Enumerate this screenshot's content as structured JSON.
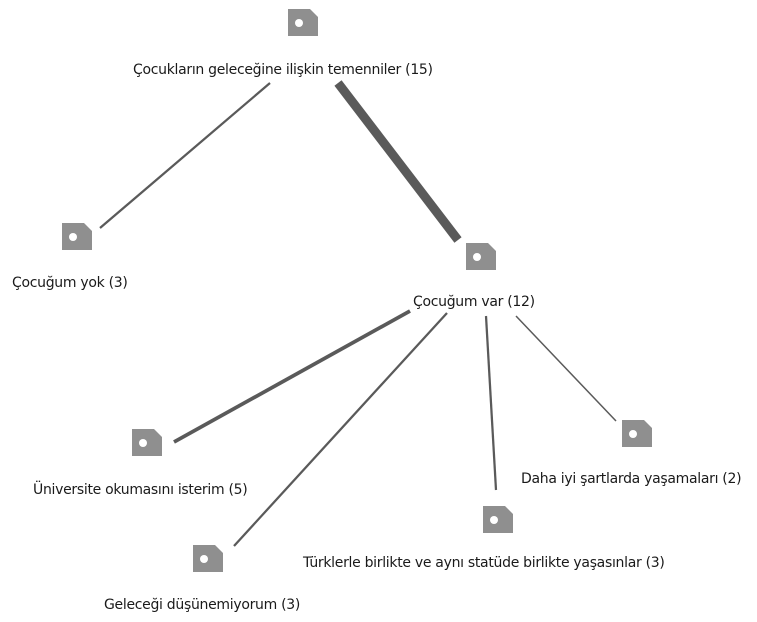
{
  "nodes": [
    {
      "id": "root",
      "label": "Çocukların geleceğine ilişkin temenniler (15)"
    },
    {
      "id": "yok",
      "label": "Çocuğum yok (3)"
    },
    {
      "id": "var",
      "label": "Çocuğum var (12)"
    },
    {
      "id": "uni",
      "label": "Üniversite okumasını isterim (5)"
    },
    {
      "id": "daha",
      "label": "Daha iyi şartlarda yaşamaları (2)"
    },
    {
      "id": "turk",
      "label": "Türklerle birlikte ve aynı statüde birlikte yaşasınlar (3)"
    },
    {
      "id": "gelecek",
      "label": "Geleceği düşünemiyorum (3)"
    }
  ],
  "edges": [
    {
      "from": "root",
      "to": "yok",
      "weight": 3
    },
    {
      "from": "root",
      "to": "var",
      "weight": 12
    },
    {
      "from": "var",
      "to": "uni",
      "weight": 5
    },
    {
      "from": "var",
      "to": "daha",
      "weight": 2
    },
    {
      "from": "var",
      "to": "turk",
      "weight": 3
    },
    {
      "from": "var",
      "to": "gelecek",
      "weight": 3
    }
  ],
  "colors": {
    "icon": "#8f8f8f",
    "edge": "#5a5a5a",
    "text": "#1a1a1a"
  }
}
